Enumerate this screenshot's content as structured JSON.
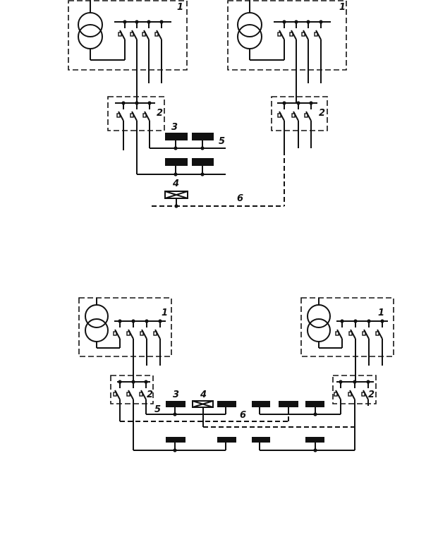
{
  "diagram_top": {
    "labels": {
      "substation": "1",
      "distribution_point": "2",
      "busbar": "3",
      "breaker": "4",
      "bus_section": "5",
      "reserve_line": "6"
    }
  },
  "diagram_bottom": {
    "labels": {
      "substation": "1",
      "distribution_point": "2",
      "busbar": "3",
      "breaker": "4",
      "bus_section": "5",
      "reserve_line": "6"
    }
  },
  "colors": {
    "ink": "#111111",
    "background": "#ffffff"
  }
}
